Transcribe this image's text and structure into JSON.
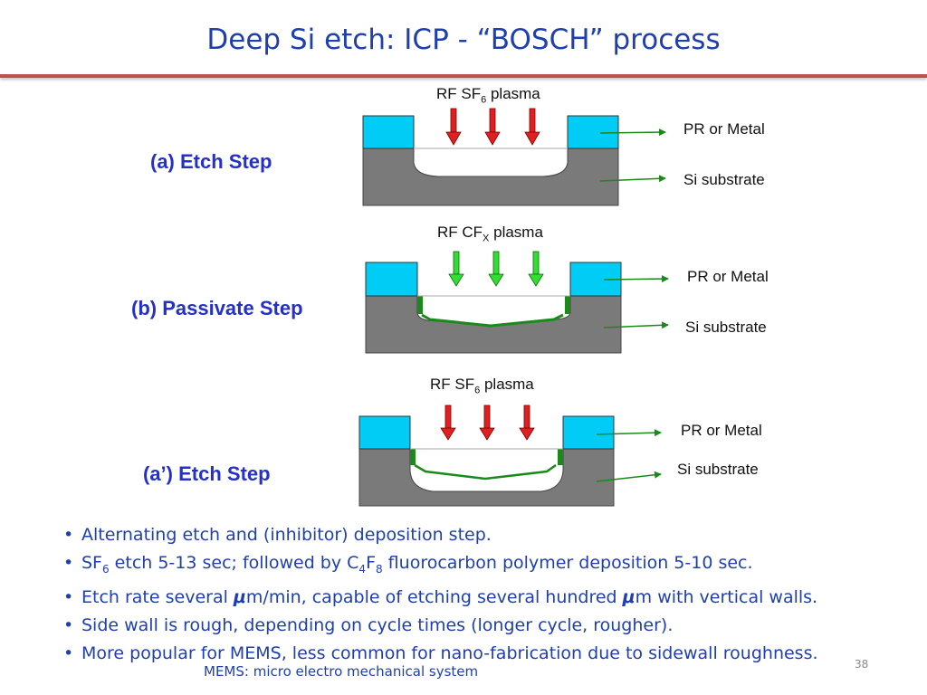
{
  "slide": {
    "title": "Deep Si etch: ICP - “BOSCH” process",
    "page_number": "38",
    "footnote": "MEMS: micro electro mechanical system"
  },
  "steps": [
    {
      "label": "(a) Etch Step",
      "plasma_prefix": "RF SF",
      "plasma_sub": "6",
      "plasma_suffix": " plasma",
      "arrow_color": "#e02020"
    },
    {
      "label": "(b) Passivate Step",
      "plasma_prefix": "RF CF",
      "plasma_sub": "X",
      "plasma_suffix": " plasma",
      "arrow_color": "#33dd33"
    },
    {
      "label": "(a’) Etch Step",
      "plasma_prefix": "RF SF",
      "plasma_sub": "6",
      "plasma_suffix": " plasma",
      "arrow_color": "#e02020"
    }
  ],
  "layer_labels": {
    "mask": "PR or Metal",
    "substrate": "Si substrate"
  },
  "colors": {
    "mask": "#00ccf5",
    "substrate": "#7a7a7a",
    "passivation": "#1a8a1a",
    "title": "#1f3fb0",
    "rule": "#c0504d"
  },
  "bullets": {
    "b1": "Alternating etch and (inhibitor) deposition step.",
    "b2_sf": "SF",
    "b2_sub6": "6",
    "b2_mid": " etch 5-13 sec; followed by C",
    "b2_sub4": "4",
    "b2_f": "F",
    "b2_sub8": "8",
    "b2_end": " fluorocarbon polymer deposition 5-10 sec.",
    "b3_a": "Etch rate several ",
    "mu": "μ",
    "b3_b": "m/min, capable of etching several hundred ",
    "b3_c": "m with vertical walls.",
    "b4": "Side wall is rough, depending on cycle times (longer cycle, rougher).",
    "b5": "More popular for MEMS, less common for nano-fabrication due to sidewall roughness."
  }
}
